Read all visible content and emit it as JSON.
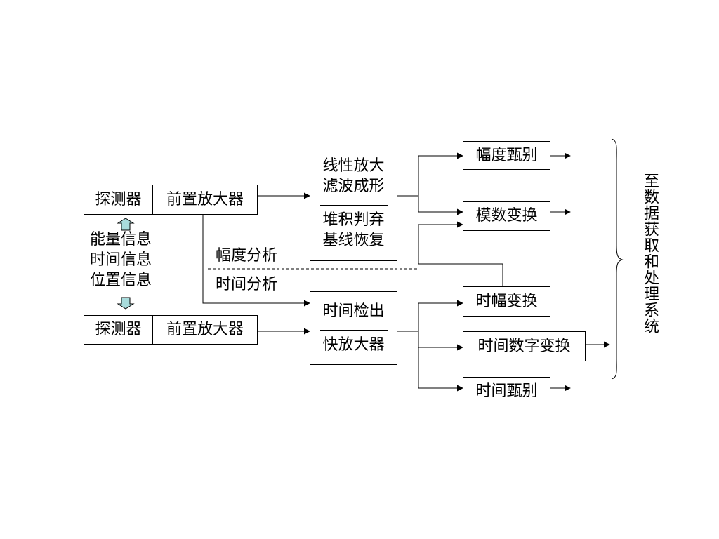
{
  "detector_top": {
    "detector": "探测器",
    "preamp": "前置放大器"
  },
  "detector_bottom": {
    "detector": "探测器",
    "preamp": "前置放大器"
  },
  "info_lines": [
    "能量信息",
    "时间信息",
    "位置信息"
  ],
  "linear_block": {
    "upper": [
      "线性放大",
      "滤波成形"
    ],
    "lower": [
      "堆积判弃",
      "基线恢复"
    ]
  },
  "timing_block": {
    "upper": "时间检出",
    "lower": "快放大器"
  },
  "branch_labels": {
    "amplitude": "幅度分析",
    "time": "时间分析"
  },
  "outputs": {
    "amp_discriminator": "幅度甄别",
    "adc": "模数变换",
    "tac": "时幅变换",
    "tdc": "时间数字变换",
    "time_discriminator": "时间甄别"
  },
  "destination": "至数据获取和处理系统",
  "colors": {
    "arrow_fill": "#a8dcdc",
    "line": "#000000"
  }
}
